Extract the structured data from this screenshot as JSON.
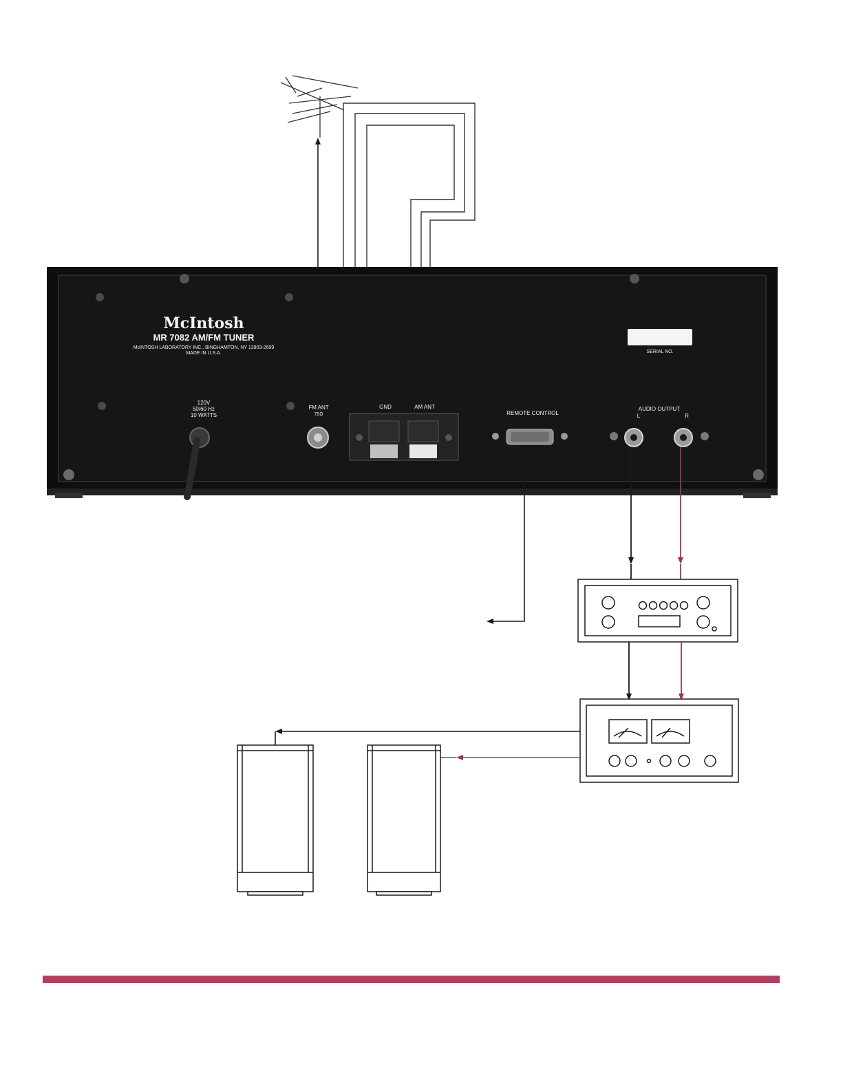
{
  "panel": {
    "brand": "McIntosh",
    "model": "MR 7082 AM/FM TUNER",
    "maker_line": "McINTOSH LABORATORY INC., BINGHAMTON, NY 13903-2699",
    "made_in": "MADE IN U.S.A.",
    "serial_label": "SERIAL NO.",
    "power_line1": "120V",
    "power_line2": "50/60 Hz",
    "power_line3": "10 WATTS",
    "fm_ant": "FM ANT",
    "fm_ohms": "75Ω",
    "gnd": "GND",
    "am_ant": "AM ANT",
    "remote_control": "REMOTE CONTROL",
    "audio_output": "AUDIO OUTPUT",
    "left": "L",
    "right": "R"
  },
  "colors": {
    "panel": "#0e0e0e",
    "wire": "#1a1a1a",
    "right_channel": "#9e3550",
    "footer_bar": "#b0405f"
  }
}
